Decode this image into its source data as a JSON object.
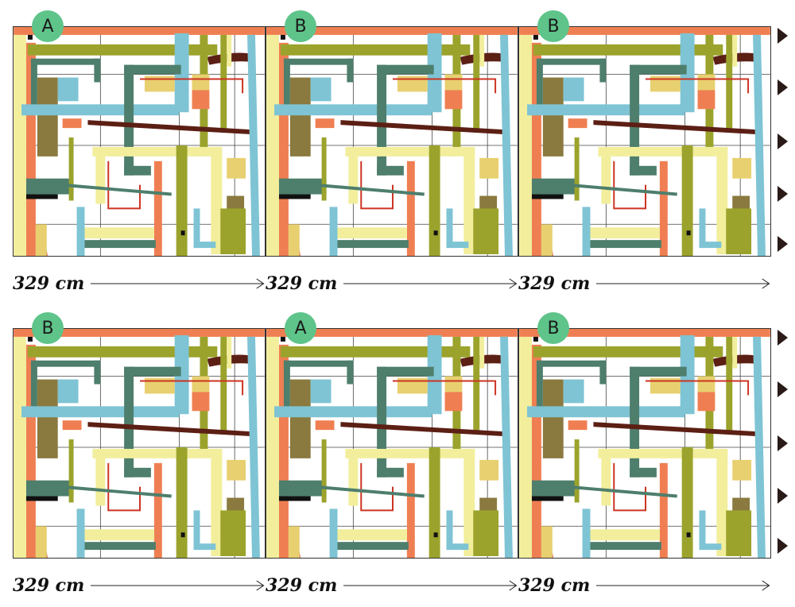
{
  "colors": {
    "orange": "#ef7f52",
    "olive": "#9ba32c",
    "teal": "#4e7e6c",
    "sky": "#7ec4d4",
    "cream": "#f2ee9c",
    "sand": "#e8d070",
    "brown": "#5c1f14",
    "red": "#cc3322",
    "khaki": "#8a7a3f",
    "badge": "#5ec48a"
  },
  "rows": [
    {
      "panels": [
        {
          "badge": "A",
          "width_label": "329 cm"
        },
        {
          "badge": "B",
          "width_label": "329 cm"
        },
        {
          "badge": "B",
          "width_label": "329 cm"
        }
      ]
    },
    {
      "panels": [
        {
          "badge": "B",
          "width_label": "329 cm"
        },
        {
          "badge": "A",
          "width_label": "329 cm"
        },
        {
          "badge": "B",
          "width_label": "329 cm"
        }
      ]
    }
  ]
}
